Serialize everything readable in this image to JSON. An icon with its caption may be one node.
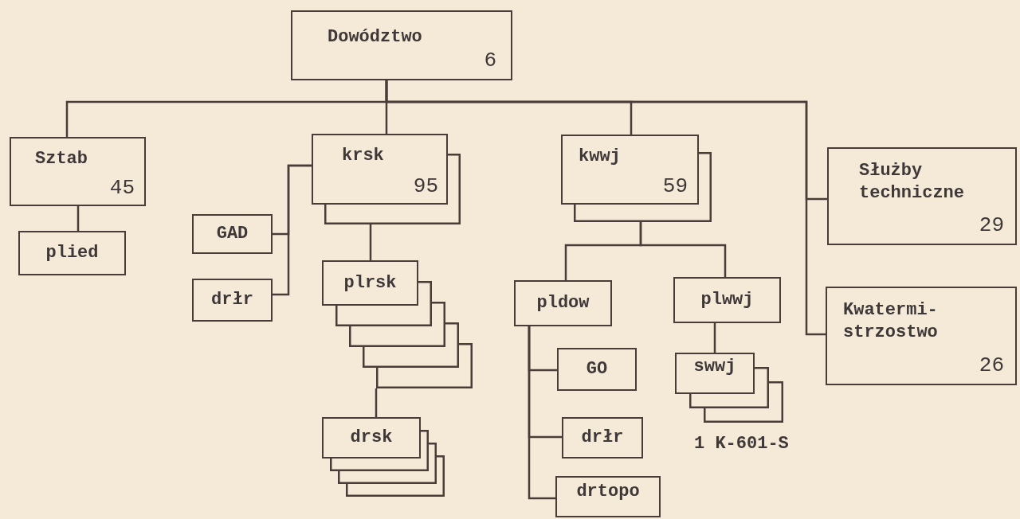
{
  "diagram": {
    "nodes": [
      {
        "text": [
          "Dowództwo",
          "6"
        ]
      },
      {
        "text": [
          "Sztab",
          "45"
        ]
      },
      {
        "text": [
          "plied"
        ]
      },
      {
        "text": [
          "krsk",
          "95"
        ]
      },
      {
        "text": [
          "GAD"
        ]
      },
      {
        "text": [
          "drłr"
        ]
      },
      {
        "text": [
          "plrsk"
        ]
      },
      {
        "text": [
          "drsk"
        ]
      },
      {
        "text": [
          "kwwj",
          "59"
        ]
      },
      {
        "text": [
          "pldow"
        ]
      },
      {
        "text": [
          "plwwj"
        ]
      },
      {
        "text": [
          "GO"
        ]
      },
      {
        "text": [
          "drłr"
        ]
      },
      {
        "text": [
          "drtopo"
        ]
      },
      {
        "text": [
          "swwj"
        ],
        "beside": [
          "1 K-601-S"
        ]
      },
      {
        "text": [
          "Służby techniczne",
          "29"
        ]
      },
      {
        "text": [
          "Kwatermi-strzostwo",
          "26"
        ]
      }
    ],
    "edges": [
      {
        "from": 0,
        "to": 1,
        "arrow": "none"
      },
      {
        "from": 0,
        "to": 3,
        "arrow": "none"
      },
      {
        "from": 0,
        "to": 8,
        "arrow": "none"
      },
      {
        "from": 0,
        "to": 15,
        "arrow": "none"
      },
      {
        "from": 0,
        "to": 16,
        "arrow": "none"
      },
      {
        "from": 1,
        "to": 2,
        "arrow": "none"
      },
      {
        "from": 3,
        "to": 4,
        "arrow": "none"
      },
      {
        "from": 3,
        "to": 5,
        "arrow": "none"
      },
      {
        "from": 3,
        "to": 6,
        "arrow": "none"
      },
      {
        "from": 6,
        "to": 7,
        "arrow": "none"
      },
      {
        "from": 8,
        "to": 9,
        "arrow": "none"
      },
      {
        "from": 8,
        "to": 10,
        "arrow": "none"
      },
      {
        "from": 9,
        "to": 11,
        "arrow": "none"
      },
      {
        "from": 9,
        "to": 12,
        "arrow": "none"
      },
      {
        "from": 9,
        "to": 13,
        "arrow": "none"
      },
      {
        "from": 10,
        "to": 14,
        "arrow": "none"
      }
    ]
  }
}
